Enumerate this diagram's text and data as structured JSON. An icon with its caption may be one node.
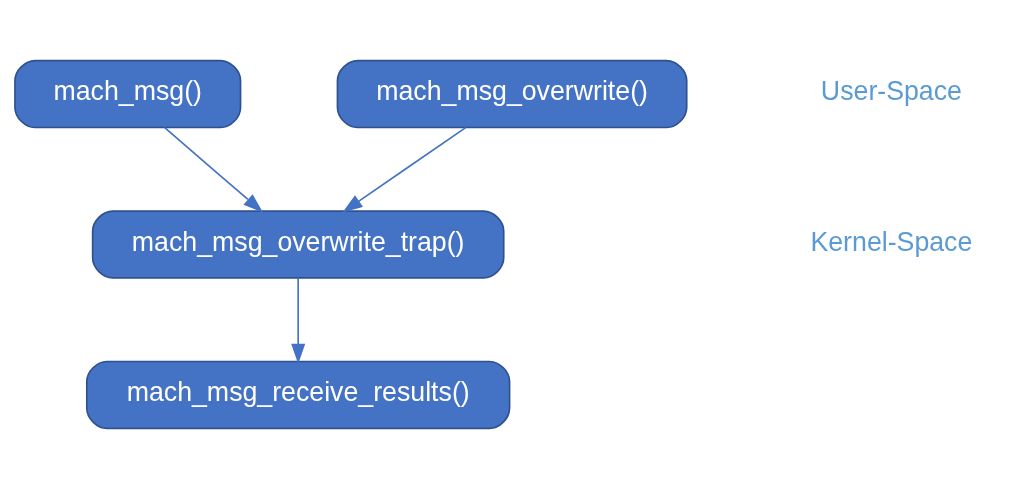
{
  "diagram": {
    "nodes": [
      {
        "text": [
          "mach_msg()"
        ]
      },
      {
        "text": [
          "mach_msg_overwrite()"
        ]
      },
      {
        "text": [
          "mach_msg_overwrite_trap()"
        ]
      },
      {
        "text": [
          "mach_msg_receive_results()"
        ]
      }
    ],
    "edges": [
      {
        "from": 0,
        "to": 2,
        "arrow": "to"
      },
      {
        "from": 1,
        "to": 2,
        "arrow": "to"
      },
      {
        "from": 2,
        "to": 3,
        "arrow": "to"
      }
    ],
    "labels": [
      "User-Space",
      "Kernel-Space"
    ]
  }
}
